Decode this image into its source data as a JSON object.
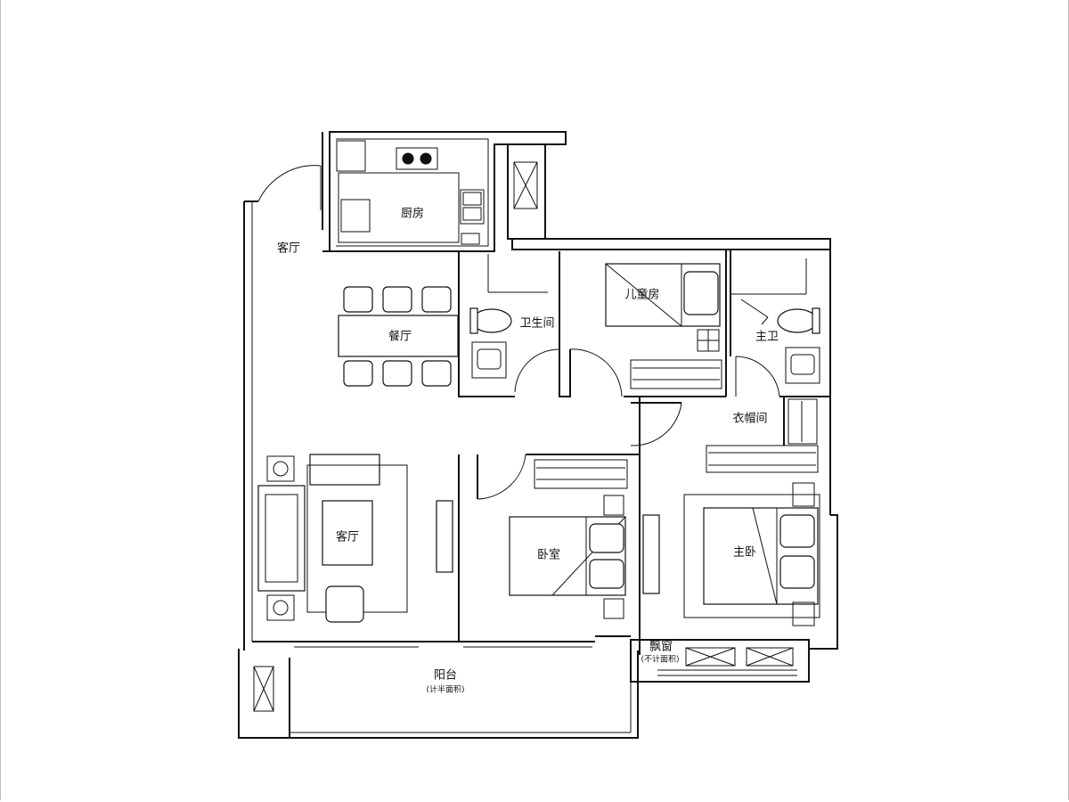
{
  "rooms": {
    "living_top": "客厅",
    "kitchen": "厨房",
    "dining": "餐厅",
    "bathroom": "卫生间",
    "kids_room": "儿童房",
    "master_bath": "主卫",
    "cloakroom": "衣帽间",
    "living_sofa": "客厅",
    "bedroom": "卧室",
    "master_bedroom": "主卧",
    "bay_window": "飘窗",
    "bay_window_note": "(不计面积)",
    "balcony": "阳台",
    "balcony_note": "(计半面积)"
  },
  "colors": {
    "line": "#111111",
    "background": "#ffffff"
  }
}
